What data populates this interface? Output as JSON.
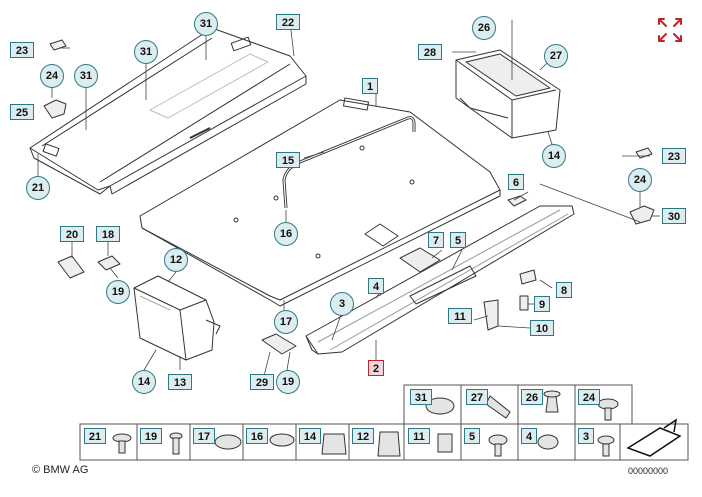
{
  "copyright": "© BMW AG",
  "diagram_code": "00000000",
  "expand_icon": "expand-arrows-icon",
  "accent_color": "#2c7a86",
  "highlight_color": "#c0242c",
  "callouts": [
    {
      "id": "c23a",
      "label": "23",
      "shape": "square"
    },
    {
      "id": "c24a",
      "label": "24",
      "shape": "circle"
    },
    {
      "id": "c31a",
      "label": "31",
      "shape": "circle"
    },
    {
      "id": "c25",
      "label": "25",
      "shape": "square"
    },
    {
      "id": "c31b",
      "label": "31",
      "shape": "circle"
    },
    {
      "id": "c31c",
      "label": "31",
      "shape": "circle"
    },
    {
      "id": "c22",
      "label": "22",
      "shape": "square"
    },
    {
      "id": "c21a",
      "label": "21",
      "shape": "circle"
    },
    {
      "id": "c1",
      "label": "1",
      "shape": "square"
    },
    {
      "id": "c15",
      "label": "15",
      "shape": "square"
    },
    {
      "id": "c26a",
      "label": "26",
      "shape": "circle"
    },
    {
      "id": "c28",
      "label": "28",
      "shape": "square"
    },
    {
      "id": "c27a",
      "label": "27",
      "shape": "circle"
    },
    {
      "id": "c14a",
      "label": "14",
      "shape": "circle"
    },
    {
      "id": "c23b",
      "label": "23",
      "shape": "square"
    },
    {
      "id": "c24b",
      "label": "24",
      "shape": "circle"
    },
    {
      "id": "c6",
      "label": "6",
      "shape": "square"
    },
    {
      "id": "c30",
      "label": "30",
      "shape": "square"
    },
    {
      "id": "c16",
      "label": "16",
      "shape": "circle"
    },
    {
      "id": "c20",
      "label": "20",
      "shape": "square"
    },
    {
      "id": "c18",
      "label": "18",
      "shape": "square"
    },
    {
      "id": "c19a",
      "label": "19",
      "shape": "circle"
    },
    {
      "id": "c12",
      "label": "12",
      "shape": "circle"
    },
    {
      "id": "c7",
      "label": "7",
      "shape": "square"
    },
    {
      "id": "c5",
      "label": "5",
      "shape": "square"
    },
    {
      "id": "c8",
      "label": "8",
      "shape": "square"
    },
    {
      "id": "c9",
      "label": "9",
      "shape": "square"
    },
    {
      "id": "c4",
      "label": "4",
      "shape": "square"
    },
    {
      "id": "c3",
      "label": "3",
      "shape": "circle"
    },
    {
      "id": "c17",
      "label": "17",
      "shape": "circle"
    },
    {
      "id": "c11",
      "label": "11",
      "shape": "square"
    },
    {
      "id": "c10",
      "label": "10",
      "shape": "square"
    },
    {
      "id": "c2",
      "label": "2",
      "shape": "square-red"
    },
    {
      "id": "c14b",
      "label": "14",
      "shape": "circle"
    },
    {
      "id": "c13",
      "label": "13",
      "shape": "square"
    },
    {
      "id": "c29",
      "label": "29",
      "shape": "square"
    },
    {
      "id": "c19b",
      "label": "19",
      "shape": "circle"
    }
  ],
  "fastener_table": {
    "top_row": [
      "31",
      "27",
      "26",
      "24"
    ],
    "bottom_row": [
      "21",
      "19",
      "17",
      "16",
      "14",
      "12",
      "11",
      "5",
      "4",
      "3"
    ]
  }
}
